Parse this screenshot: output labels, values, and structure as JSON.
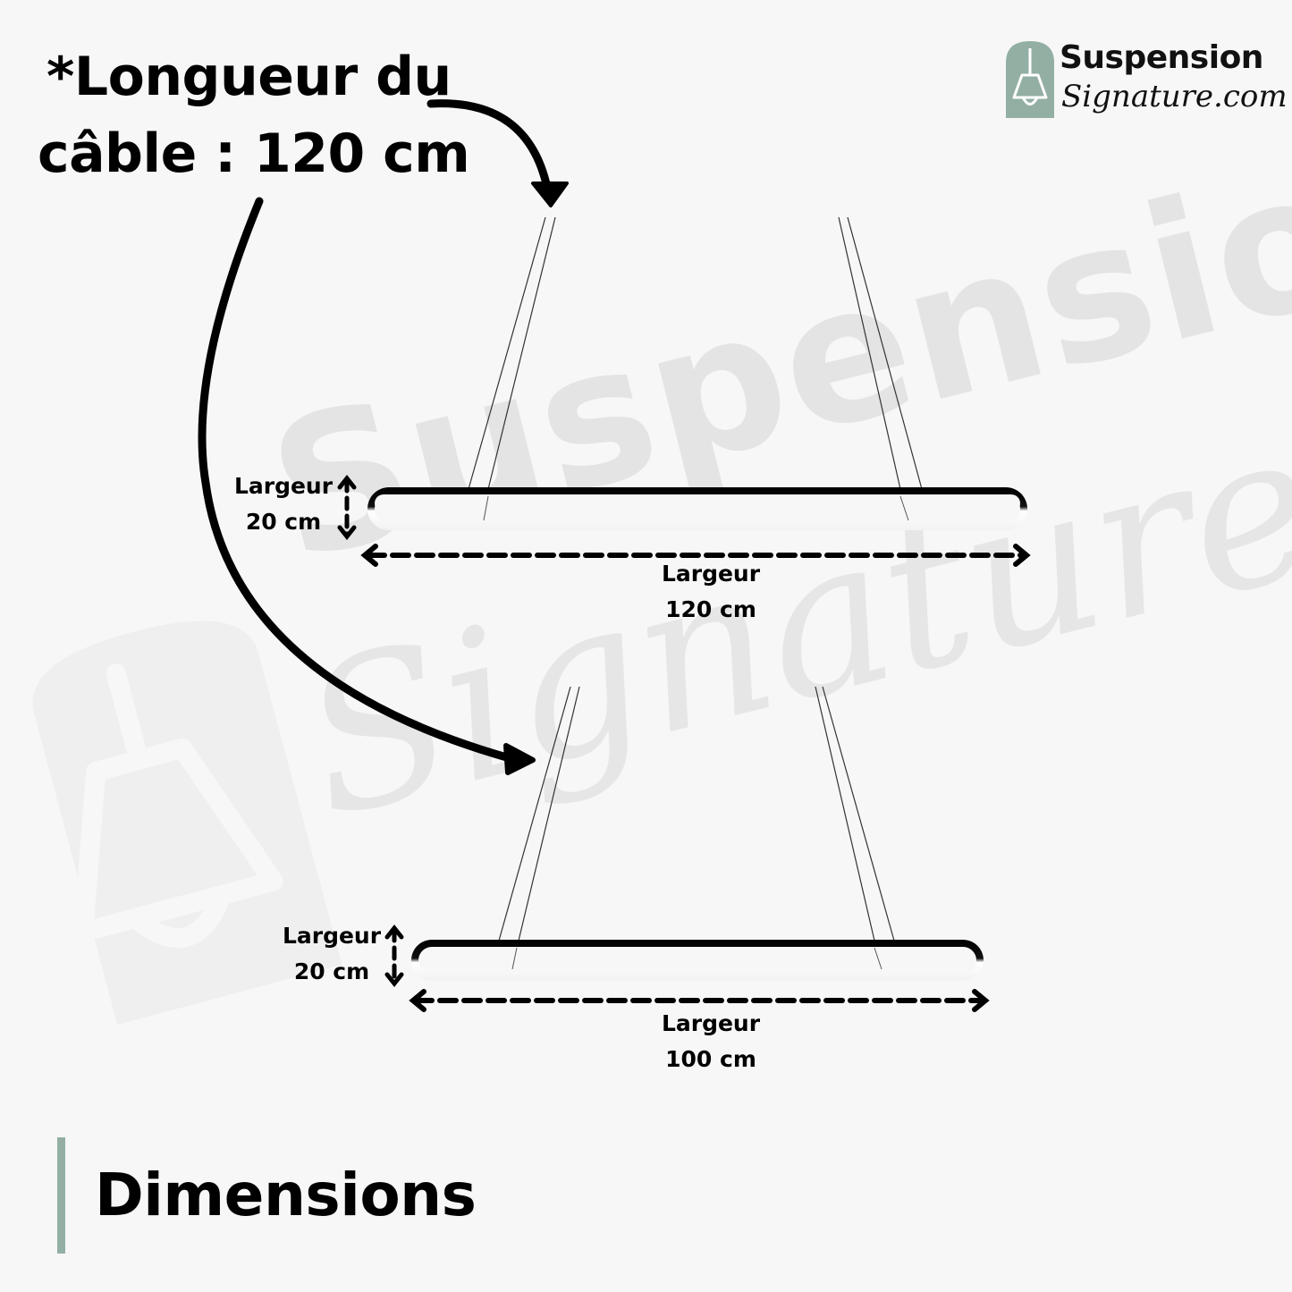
{
  "brand": {
    "name_line1": "Suspension",
    "name_line2": "Signature.com",
    "accent_color": "#93afa4",
    "icon": "pendant-lamp-icon"
  },
  "watermark": {
    "line1": "Suspension",
    "line2": "Signature.com"
  },
  "cable_note": {
    "line1": "*Longueur du",
    "line2": "câble : 120 cm"
  },
  "products": [
    {
      "name": "large-oval-pendant",
      "height_label": "Largeur",
      "height_value": "20 cm",
      "width_label": "Largeur",
      "width_value": "120 cm"
    },
    {
      "name": "small-oval-pendant",
      "height_label": "Largeur",
      "height_value": "20 cm",
      "width_label": "Largeur",
      "width_value": "100 cm"
    }
  ],
  "footer": {
    "title": "Dimensions"
  }
}
